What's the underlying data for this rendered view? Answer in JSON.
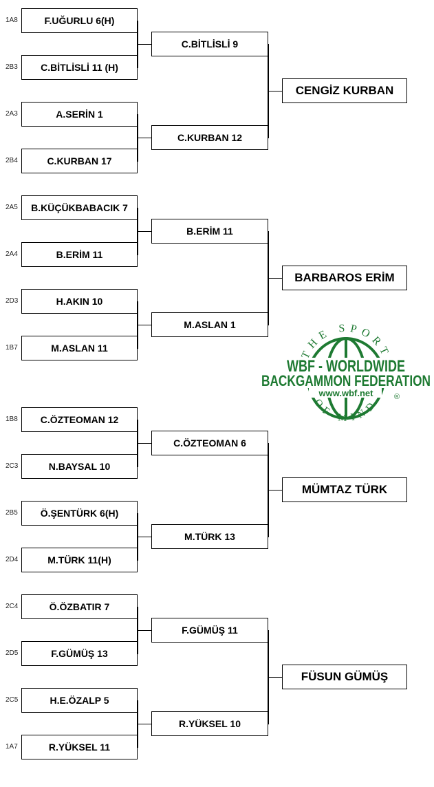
{
  "groups": [
    {
      "round1": [
        {
          "seed": "1A8",
          "name": "F.UĞURLU  6(H)"
        },
        {
          "seed": "2B3",
          "name": "C.BİTLİSLİ  11 (H)"
        },
        {
          "seed": "2A3",
          "name": "A.SERİN  1"
        },
        {
          "seed": "2B4",
          "name": "C.KURBAN  17"
        }
      ],
      "round2": [
        "C.BİTLİSLİ  9",
        "C.KURBAN  12"
      ],
      "winner": "CENGİZ KURBAN"
    },
    {
      "round1": [
        {
          "seed": "2A5",
          "name": "B.KÜÇÜKBABACIK  7"
        },
        {
          "seed": "2A4",
          "name": "B.ERİM  11"
        },
        {
          "seed": "2D3",
          "name": "H.AKIN  10"
        },
        {
          "seed": "1B7",
          "name": "M.ASLAN  11"
        }
      ],
      "round2": [
        "B.ERİM  11",
        "M.ASLAN  1"
      ],
      "winner": "BARBAROS ERİM"
    },
    {
      "round1": [
        {
          "seed": "1B8",
          "name": "C.ÖZTEOMAN  12"
        },
        {
          "seed": "2C3",
          "name": "N.BAYSAL  10"
        },
        {
          "seed": "2B5",
          "name": "Ö.ŞENTÜRK  6(H)"
        },
        {
          "seed": "2D4",
          "name": "M.TÜRK  11(H)"
        }
      ],
      "round2": [
        "C.ÖZTEOMAN  6",
        "M.TÜRK  13"
      ],
      "winner": "MÜMTAZ TÜRK"
    },
    {
      "round1": [
        {
          "seed": "2C4",
          "name": "Ö.ÖZBATIR  7"
        },
        {
          "seed": "2D5",
          "name": "F.GÜMÜŞ  13"
        },
        {
          "seed": "2C5",
          "name": "H.E.ÖZALP  5"
        },
        {
          "seed": "1A7",
          "name": "R.YÜKSEL  11"
        }
      ],
      "round2": [
        "F.GÜMÜŞ  11",
        "R.YÜKSEL  10"
      ],
      "winner": "FÜSUN GÜMÜŞ"
    }
  ],
  "logo": {
    "top_text": "THE SPORT",
    "line1": "WBF - WORLDWIDE",
    "line2": "BACKGAMMON FEDERATION",
    "url": "www.wbf.net",
    "bottom_text": "OF MIND",
    "registered": "®",
    "color": "#1e7a32"
  }
}
